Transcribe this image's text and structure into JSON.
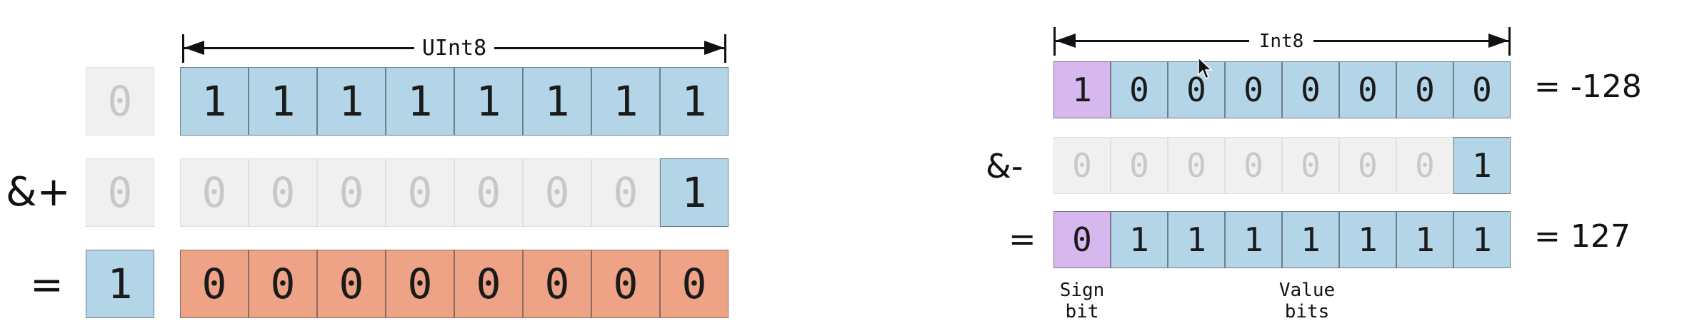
{
  "uint8": {
    "type_label": "UInt8",
    "row_a": {
      "overflow": "0",
      "bits": [
        "1",
        "1",
        "1",
        "1",
        "1",
        "1",
        "1",
        "1"
      ]
    },
    "row_b": {
      "operator": "&+",
      "overflow": "0",
      "bits": [
        "0",
        "0",
        "0",
        "0",
        "0",
        "0",
        "0",
        "1"
      ]
    },
    "row_c": {
      "operator": "=",
      "overflow": "1",
      "bits": [
        "0",
        "0",
        "0",
        "0",
        "0",
        "0",
        "0",
        "0"
      ]
    }
  },
  "int8": {
    "type_label": "Int8",
    "row_a": {
      "bits": [
        "1",
        "0",
        "0",
        "0",
        "0",
        "0",
        "0",
        "0"
      ],
      "result": "= -128"
    },
    "row_b": {
      "operator": "&-",
      "bits": [
        "0",
        "0",
        "0",
        "0",
        "0",
        "0",
        "0",
        "1"
      ]
    },
    "row_c": {
      "operator": "=",
      "bits": [
        "0",
        "1",
        "1",
        "1",
        "1",
        "1",
        "1",
        "1"
      ],
      "result": "= 127"
    },
    "sign_caption": "Sign\nbit",
    "value_caption": "Value\nbits"
  },
  "colors": {
    "bit_blue": "#b4d5e7",
    "bit_gray": "#f0f0f0",
    "bit_orange": "#eea387",
    "sign_purple": "#d7b8ee"
  }
}
